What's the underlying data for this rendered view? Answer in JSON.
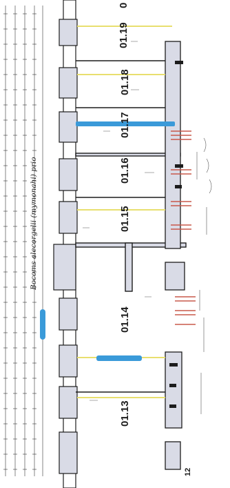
{
  "drawing": {
    "rooms": [
      {
        "id": "01.13",
        "label": "01.13"
      },
      {
        "id": "01.14",
        "label": "01.14"
      },
      {
        "id": "01.15",
        "label": "01.15"
      },
      {
        "id": "01.16",
        "label": "01.16"
      },
      {
        "id": "01.17",
        "label": "01.17"
      },
      {
        "id": "01.18",
        "label": "01.18"
      },
      {
        "id": "01.19",
        "label": "01.19"
      }
    ],
    "partial_rooms": {
      "top": "0",
      "bottom": "12"
    },
    "handwritten_note": "Bocoms alecorgelii (mymonahi) prio",
    "colors": {
      "paper": "#ffffff",
      "wall_fill": "#d9dbe6",
      "wall_stroke": "#1c1c1c",
      "highlight_blue": "#3a9ad9",
      "highlight_yellow": "#e8df6e",
      "detail_red": "#c9584a"
    }
  }
}
